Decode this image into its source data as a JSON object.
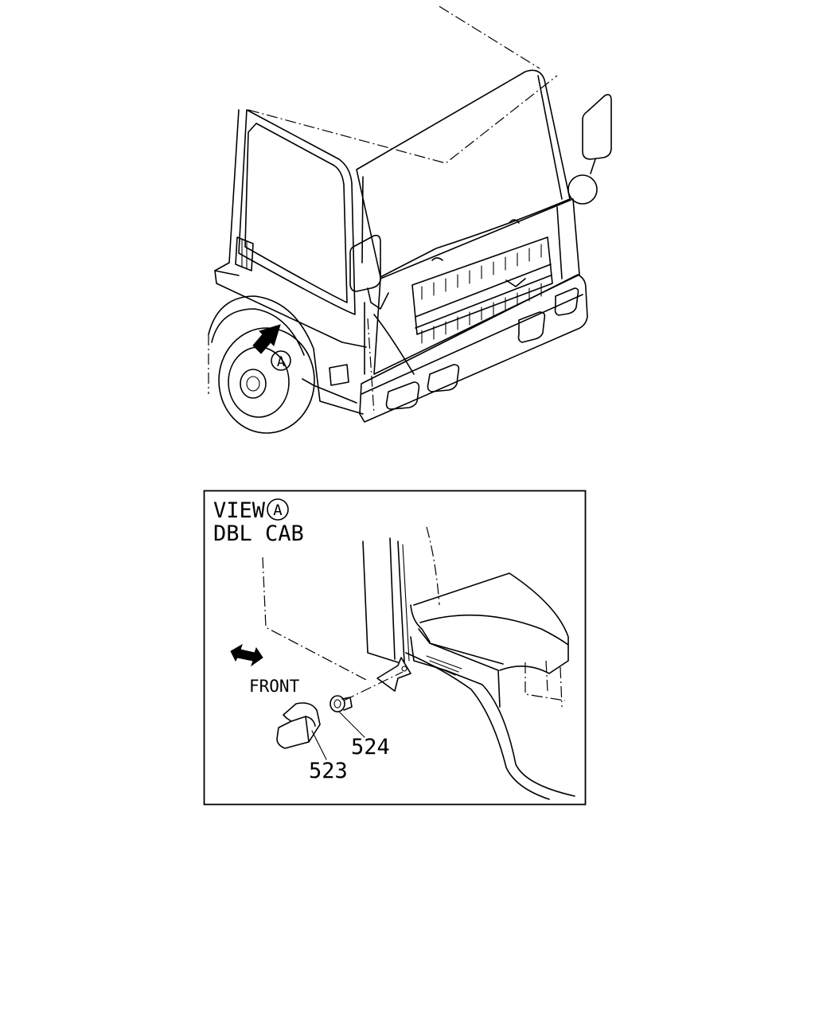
{
  "main_view": {
    "callout": "A"
  },
  "detail_view": {
    "title_prefix": "VIEW",
    "title_marker": "A",
    "subtitle": "DBL CAB",
    "direction_label": "FRONT",
    "parts": [
      {
        "number": "523",
        "description": ""
      },
      {
        "number": "524",
        "description": ""
      }
    ]
  },
  "icons": {
    "view_arrow": "arrow-icon",
    "front_arrow": "front-arrow-icon"
  },
  "colors": {
    "ink": "#000000",
    "paper": "#ffffff"
  }
}
